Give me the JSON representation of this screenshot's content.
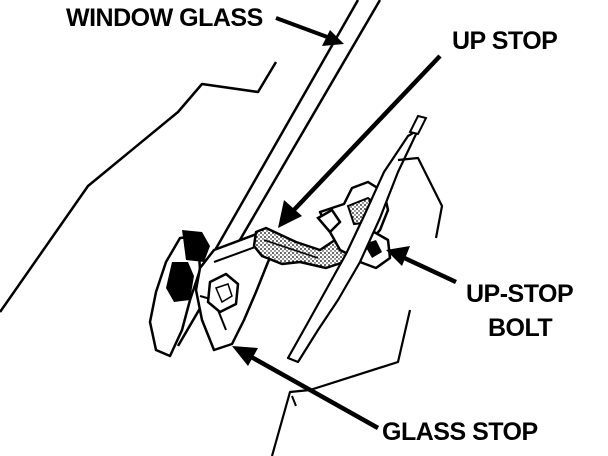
{
  "labels": {
    "window_glass": "WINDOW GLASS",
    "up_stop": "UP STOP",
    "up_stop_bolt_line1": "UP-STOP",
    "up_stop_bolt_line2": "BOLT",
    "glass_stop": "GLASS STOP"
  },
  "colors": {
    "ink": "#000000",
    "paper": "#ffffff",
    "stipple": "#9a9a9a"
  },
  "icons": {
    "arrow": "arrow-icon"
  }
}
